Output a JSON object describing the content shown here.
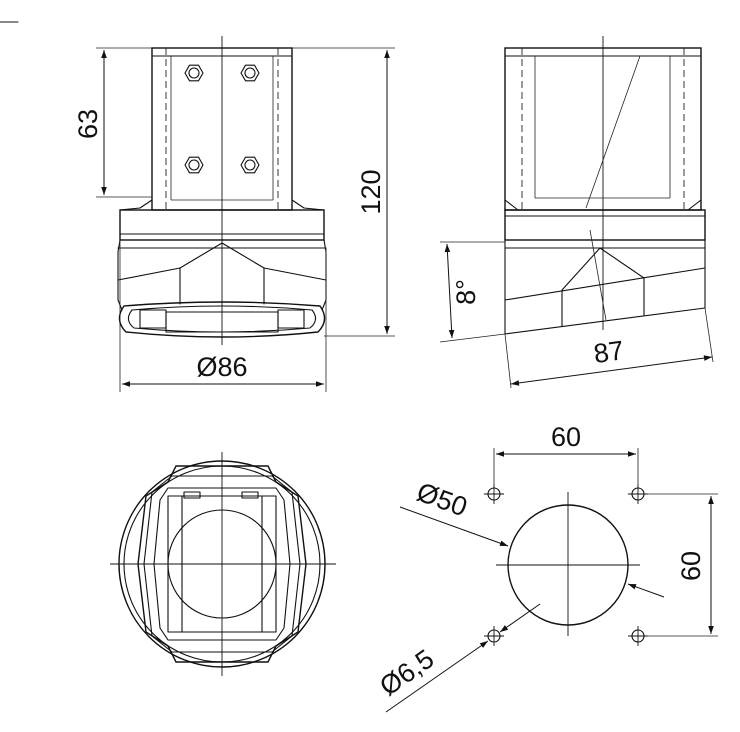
{
  "dimensions": {
    "front_height_upper": "63",
    "front_height_total": "120",
    "front_diameter": "Ø86",
    "side_angle": "8°",
    "side_width": "87",
    "hole_spacing_x": "60",
    "hole_spacing_y": "60",
    "circle_diameter": "Ø50",
    "hole_diameter": "Ø6,5"
  }
}
